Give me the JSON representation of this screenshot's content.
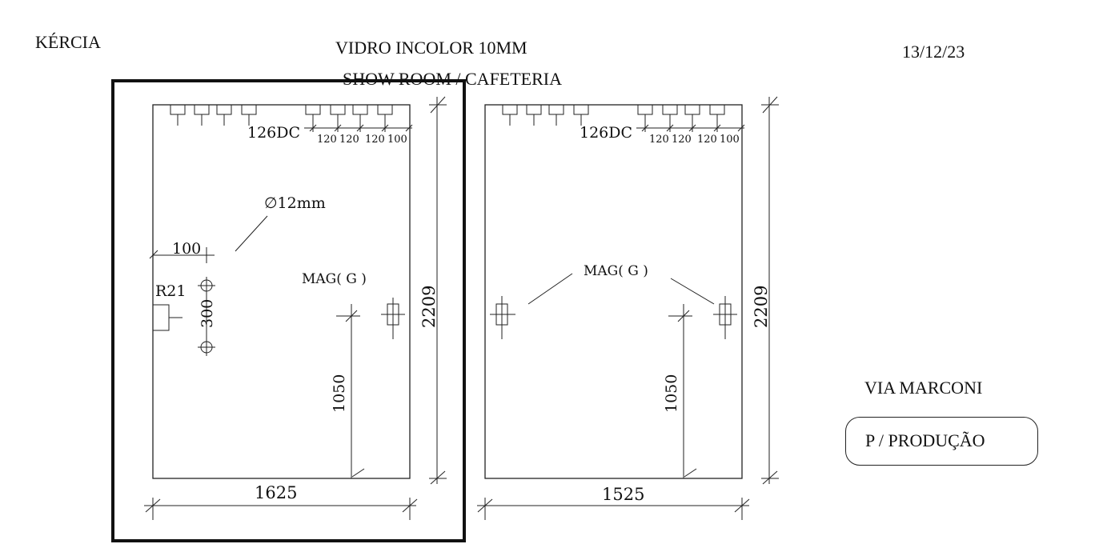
{
  "header": {
    "client": "KÉRCIA",
    "glass": "VIDRO INCOLOR 10MM",
    "location": "SHOW ROOM / CAFETERIA",
    "date": "13/12/23"
  },
  "panel_left": {
    "hinge_label": "126DC",
    "spacings": [
      "120",
      "120",
      "120",
      "100"
    ],
    "hole_label": "∅12mm",
    "edge_offset": "100",
    "lock_label": "R21",
    "hole_spacing": "300",
    "magnet_label": "MAG( G )",
    "height_label": "1050",
    "total_height": "2209",
    "width_label": "1625"
  },
  "panel_right": {
    "hinge_label": "126DC",
    "spacings": [
      "120",
      "120",
      "120",
      "100"
    ],
    "magnet_label": "MAG( G )",
    "height_label": "1050",
    "total_height": "2209",
    "width_label": "1525"
  },
  "footer": {
    "street": "VIA MARCONI",
    "status": "P / PRODUÇÃO"
  }
}
